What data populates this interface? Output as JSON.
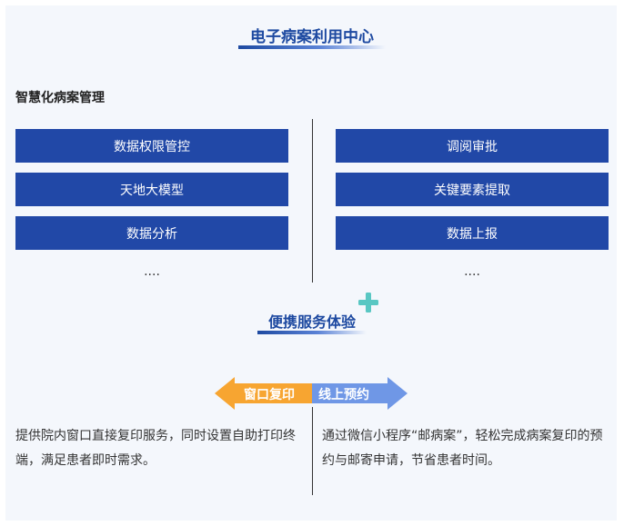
{
  "header": {
    "title": "电子病案利用中心"
  },
  "smart": {
    "title": "智慧化病案管理",
    "left_items": [
      "数据权限管控",
      "天地大模型",
      "数据分析"
    ],
    "right_items": [
      "调阅审批",
      "关键要素提取",
      "数据上报"
    ],
    "ellipsis": "...."
  },
  "portable": {
    "title": "便携服务体验",
    "left_tag": "窗口复印",
    "right_tag": "线上预约",
    "left_desc": "提供院内窗口直接复印服务，同时设置自助打印终端，满足患者即时需求。",
    "right_desc": "通过微信小程序“邮病案”，轻松完成病案复印的预约与邮寄申请，节省患者时间。"
  },
  "colors": {
    "primary_blue": "#2148a7",
    "title_blue": "#1e4aa1",
    "orange": "#f7a531",
    "light_blue": "#6f97e6",
    "teal": "#59c7c3",
    "panel_bg": "#f4f7fc"
  }
}
